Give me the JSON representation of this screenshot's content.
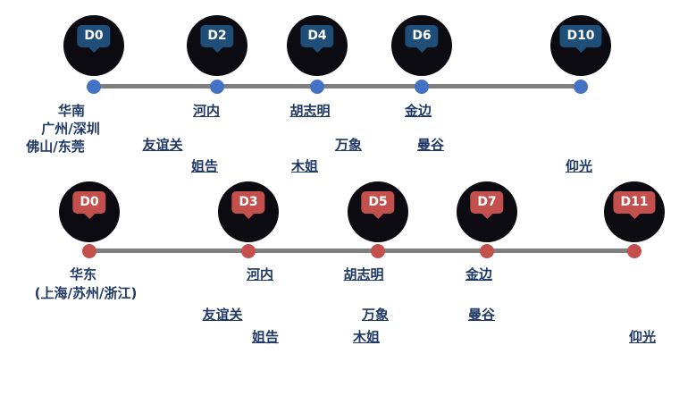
{
  "colors": {
    "background": "#ffffff",
    "track_line": "#7f7f7f",
    "marker_bubble": "#0b0b11",
    "label_text": "#1f3864",
    "south_route_badge": "#1f4e79",
    "south_route_dot": "#4472c4",
    "east_route_badge": "#c4504e",
    "east_route_dot": "#c4504e"
  },
  "routes": [
    {
      "id": "south-china-route",
      "stops": [
        {
          "day": "D0"
        },
        {
          "day": "D2"
        },
        {
          "day": "D4"
        },
        {
          "day": "D6"
        },
        {
          "day": "D10"
        }
      ],
      "labels": [
        {
          "text": "华南"
        },
        {
          "text": "广州/深圳"
        },
        {
          "text": "佛山/东莞"
        },
        {
          "text": "河内"
        },
        {
          "text": "胡志明"
        },
        {
          "text": "金边"
        },
        {
          "text": "友谊关"
        },
        {
          "text": "万象"
        },
        {
          "text": "曼谷"
        },
        {
          "text": "姐告"
        },
        {
          "text": "木姐"
        },
        {
          "text": "仰光"
        }
      ]
    },
    {
      "id": "east-china-route",
      "stops": [
        {
          "day": "D0"
        },
        {
          "day": "D3"
        },
        {
          "day": "D5"
        },
        {
          "day": "D7"
        },
        {
          "day": "D11"
        }
      ],
      "labels": [
        {
          "text": "华东"
        },
        {
          "text": "(上海/苏州/浙江)"
        },
        {
          "text": "河内"
        },
        {
          "text": "胡志明"
        },
        {
          "text": "金边"
        },
        {
          "text": "友谊关"
        },
        {
          "text": "万象"
        },
        {
          "text": "曼谷"
        },
        {
          "text": "姐告"
        },
        {
          "text": "木姐"
        },
        {
          "text": "仰光"
        }
      ]
    }
  ]
}
